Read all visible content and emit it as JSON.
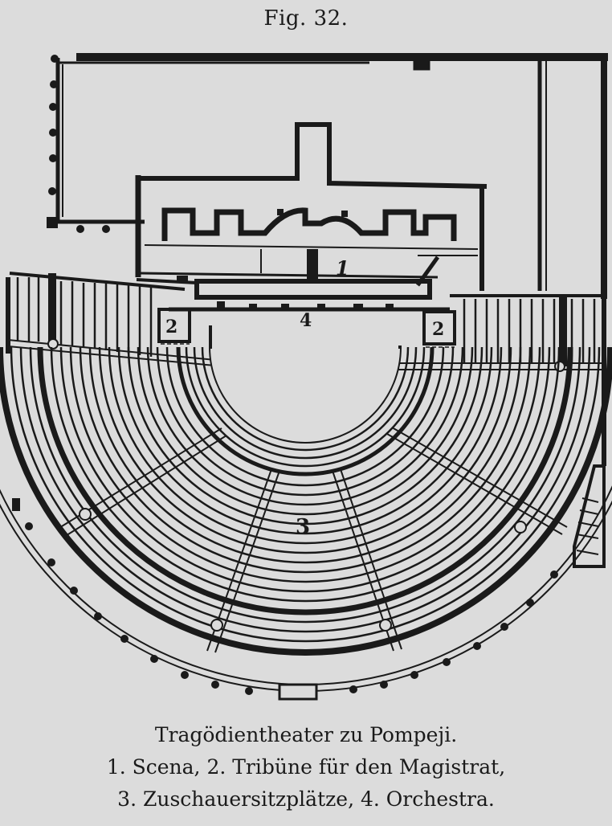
{
  "figure": {
    "label": "Fig. 32.",
    "caption_title": "Tragödientheater zu Pompeji.",
    "caption_line2": "1. Scena, 2. Tribüne für den Magistrat,",
    "caption_line3": "3. Zuschauersitzplätze, 4. Orchestra."
  },
  "plan_labels": {
    "scena": "1",
    "tribune_left": "2",
    "tribune_right": "2",
    "seating": "3",
    "orchestra": "4"
  },
  "legend": [
    {
      "number": "1",
      "term": "Scena"
    },
    {
      "number": "2",
      "term": "Tribüne für den Magistrat"
    },
    {
      "number": "3",
      "term": "Zuschauersitzplätze"
    },
    {
      "number": "4",
      "term": "Orchestra"
    }
  ],
  "colors": {
    "paper": "#dcdcdc",
    "ink": "#1a1a1a"
  }
}
